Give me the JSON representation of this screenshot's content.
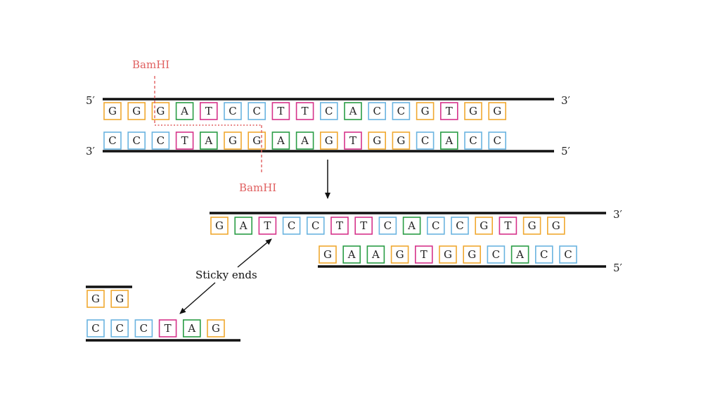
{
  "colors": {
    "G": "#f0a830",
    "A": "#2a9d45",
    "T": "#d6338a",
    "C": "#6ab4e0",
    "enzyme": "#e06060",
    "backbone": "#111111"
  },
  "enzyme": {
    "name_top": "BamHI",
    "name_bottom": "BamHI"
  },
  "original": {
    "top": {
      "bases": "GGGATCCTTCACCGTGG",
      "left_end": "5′",
      "right_end": "3′"
    },
    "bottom": {
      "bases": "CCCTAGGAAGTGGCACC",
      "left_end": "3′",
      "right_end": "5′"
    }
  },
  "fragment_right": {
    "top": {
      "bases": "GATCCTTCACCGTGG",
      "right_end": "3′"
    },
    "bottom": {
      "bases": "GAAGTGGCACC",
      "right_end": "5′"
    }
  },
  "fragment_left": {
    "top": {
      "bases": "GG"
    },
    "bottom": {
      "bases": "CCCTAG"
    }
  },
  "annotation": {
    "sticky_ends": "Sticky ends"
  }
}
